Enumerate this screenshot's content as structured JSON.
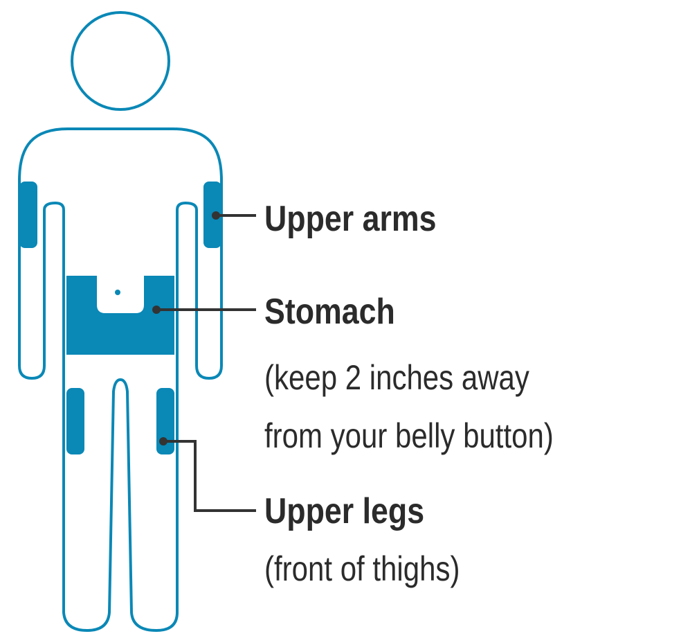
{
  "colors": {
    "outline": "#0a88b6",
    "site_fill": "#0a88b6",
    "leader": "#333333",
    "text": "#2b2b2b",
    "background": "#ffffff"
  },
  "sites": [
    {
      "id": "upper-arms",
      "title": "Upper arms",
      "notes": []
    },
    {
      "id": "stomach",
      "title": "Stomach",
      "notes": [
        "(keep 2 inches away",
        "from your belly button)"
      ]
    },
    {
      "id": "upper-legs",
      "title": "Upper legs",
      "notes": [
        "(front of thighs)"
      ]
    }
  ]
}
